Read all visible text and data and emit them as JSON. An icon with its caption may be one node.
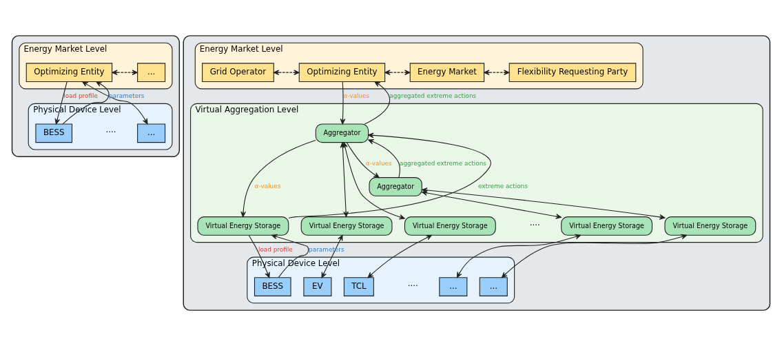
{
  "diagram": {
    "nodes": [
      {
        "text": [],
        "shape": "box"
      },
      {
        "text": [
          "Energy Market Level"
        ],
        "in": 0
      },
      {
        "text": [
          "Optimizing Entity"
        ],
        "in": 1
      },
      {
        "text": [
          "..."
        ],
        "in": 1
      },
      {
        "text": [
          "Physical Device Level"
        ],
        "in": 0
      },
      {
        "text": [
          "BESS"
        ],
        "in": 4
      },
      {
        "text": [
          "..."
        ],
        "in": 4
      },
      {
        "text": [],
        "shape": "box"
      },
      {
        "text": [
          "Energy Market Level"
        ],
        "in": 7
      },
      {
        "text": [
          "Grid Operator"
        ],
        "in": 8
      },
      {
        "text": [
          "Optimizing Entity"
        ],
        "in": 8
      },
      {
        "text": [
          "Energy Market"
        ],
        "in": 8
      },
      {
        "text": [
          "Flexibility Requesting Party"
        ],
        "in": 8
      },
      {
        "text": [
          "Virtual Aggregation Level"
        ],
        "in": 7
      },
      {
        "text": [
          "Aggregator"
        ],
        "in": 13
      },
      {
        "text": [
          "Aggregator"
        ],
        "in": 13
      },
      {
        "text": [
          "Virtual Energy Storage"
        ],
        "in": 13
      },
      {
        "text": [
          "Virtual Energy Storage"
        ],
        "in": 13
      },
      {
        "text": [
          "Virtual Energy Storage"
        ],
        "in": 13
      },
      {
        "text": [
          "Virtual Energy Storage"
        ],
        "in": 13
      },
      {
        "text": [
          "Virtual Energy Storage"
        ],
        "in": 13
      },
      {
        "text": [
          "Physical Device Level"
        ],
        "in": 7
      },
      {
        "text": [
          "BESS"
        ],
        "in": 21
      },
      {
        "text": [
          "EV"
        ],
        "in": 21
      },
      {
        "text": [
          "TCL"
        ],
        "in": 21
      },
      {
        "text": [
          "..."
        ],
        "in": 21
      },
      {
        "text": [
          "..."
        ],
        "in": 21
      }
    ],
    "edges": [
      {
        "from": 5,
        "to": 2,
        "arrow": "to",
        "label": "parameters"
      },
      {
        "from": 2,
        "to": 5,
        "arrow": "to",
        "label": "load profile"
      },
      {
        "from": 2,
        "to": 6,
        "arrow": "both"
      },
      {
        "from": 2,
        "to": 3,
        "arrow": "both",
        "style": "dashed"
      },
      {
        "from": 9,
        "to": 10,
        "arrow": "both",
        "style": "dashed"
      },
      {
        "from": 10,
        "to": 11,
        "arrow": "both",
        "style": "dashed"
      },
      {
        "from": 11,
        "to": 12,
        "arrow": "both",
        "style": "dashed"
      },
      {
        "from": 14,
        "to": 10,
        "arrow": "to",
        "label": "aggregated extreme actions"
      },
      {
        "from": 10,
        "to": 14,
        "arrow": "to",
        "label": "α-values"
      },
      {
        "from": 16,
        "to": 14,
        "arrow": "to",
        "label": "extreme actions"
      },
      {
        "from": 14,
        "to": 16,
        "arrow": "to",
        "label": "α-values"
      },
      {
        "from": 14,
        "to": 17,
        "arrow": "both"
      },
      {
        "from": 14,
        "to": 18,
        "arrow": "both"
      },
      {
        "from": 14,
        "to": 15,
        "arrow": "to",
        "label": "α-values"
      },
      {
        "from": 15,
        "to": 14,
        "arrow": "to",
        "label": "aggregated extreme actions"
      },
      {
        "from": 15,
        "to": 19,
        "arrow": "both"
      },
      {
        "from": 15,
        "to": 20,
        "arrow": "both"
      },
      {
        "from": 22,
        "to": 16,
        "arrow": "to",
        "label": "parameters"
      },
      {
        "from": 16,
        "to": 22,
        "arrow": "to",
        "label": "load profile"
      },
      {
        "from": 17,
        "to": 23,
        "arrow": "both"
      },
      {
        "from": 18,
        "to": 24,
        "arrow": "both"
      },
      {
        "from": 19,
        "to": 25,
        "arrow": "both"
      },
      {
        "from": 20,
        "to": 26,
        "arrow": "both"
      }
    ],
    "labels": [
      "····",
      "····",
      "····"
    ]
  }
}
